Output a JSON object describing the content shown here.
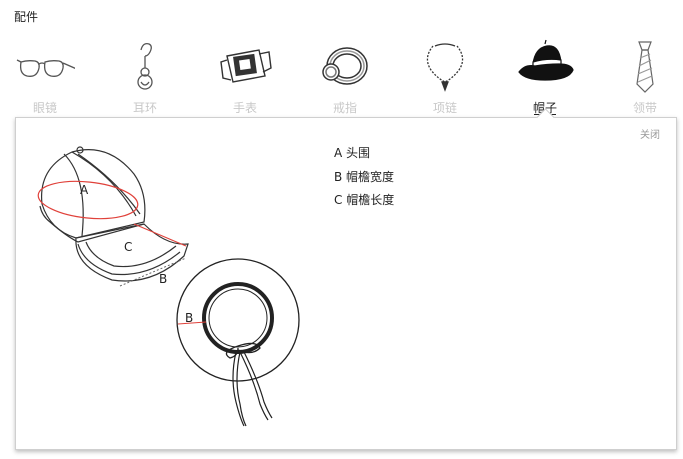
{
  "page": {
    "title": "配件"
  },
  "tabs": [
    {
      "label": "眼镜",
      "icon": "glasses-icon",
      "active": false
    },
    {
      "label": "耳环",
      "icon": "earring-icon",
      "active": false
    },
    {
      "label": "手表",
      "icon": "watch-icon",
      "active": false
    },
    {
      "label": "戒指",
      "icon": "ring-icon",
      "active": false
    },
    {
      "label": "项链",
      "icon": "necklace-icon",
      "active": false
    },
    {
      "label": "帽子",
      "icon": "hat-icon",
      "active": true
    },
    {
      "label": "领带",
      "icon": "tie-icon",
      "active": false
    }
  ],
  "panel": {
    "close_label": "关闭",
    "legend": [
      "A 头围",
      "B 帽檐宽度",
      "C 帽檐长度"
    ],
    "diagram_labels": {
      "a": "A",
      "b": "B",
      "c": "C",
      "b2": "B"
    },
    "colors": {
      "measure_line": "#e0413a",
      "outline": "#333333",
      "muted_text": "#c8c8c8"
    }
  }
}
